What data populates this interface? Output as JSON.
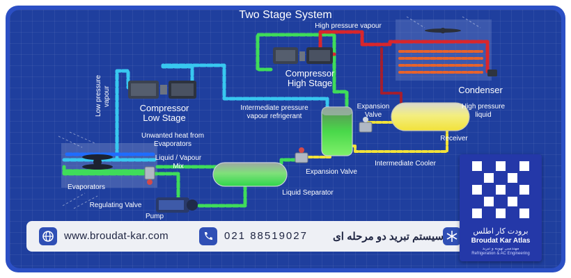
{
  "diagram": {
    "title": "Two Stage System",
    "labels": {
      "high_pressure_vapour": "High pressure vapour",
      "compressor_high_line1": "Compressor",
      "compressor_high_line2": "High Stage",
      "compressor_low_line1": "Compressor",
      "compressor_low_line2": "Low Stage",
      "low_pressure_line1": "Low pressure",
      "low_pressure_line2": "vapour",
      "intermediate_line1": "Intermediate pressure",
      "intermediate_line2": "vapour refrigerant",
      "expansion_valve_top_line1": "Expansion",
      "expansion_valve_top_line2": "Valve",
      "condenser": "Condenser",
      "high_pressure_liquid_line1": "High pressure",
      "high_pressure_liquid_line2": "liquid",
      "receiver": "Receiver",
      "unwanted_heat_line1": "Unwanted heat from",
      "unwanted_heat_line2": "Evaporators",
      "liquid_vapour_line1": "Liquid / Vapour",
      "liquid_vapour_line2": "Mix",
      "expansion_valve_bottom": "Expansion Valve",
      "intermediate_cooler": "Intermediate Cooler",
      "evaporators": "Evaporators",
      "regulating_valve": "Regulating Valve",
      "liquid_separator": "Liquid Separator",
      "pump": "Pump"
    }
  },
  "footer": {
    "website": "www.broudat-kar.com",
    "phone": "021 88519027",
    "caption": "سیستم تبرید دو مرحله ای"
  },
  "logo": {
    "name_fa": "برودت کار اطلس",
    "name_en": "Broudat Kar Atlas",
    "tagline_fa": "مهندسی تهویه و تبرید",
    "tagline_en": "Refrigeration & AC Engineering"
  },
  "icons": [
    "globe-icon",
    "phone-icon",
    "snowflake-icon"
  ],
  "colors": {
    "background": "#1f3f9e",
    "frame": "#2b4fc4",
    "pipe_cyan": "#38c8f0",
    "pipe_green": "#3fdc5a",
    "pipe_red": "#d8262c",
    "pipe_yellow": "#f2e23a",
    "separator_fill": "#36e34b",
    "receiver_fill": "#f5e94a"
  }
}
